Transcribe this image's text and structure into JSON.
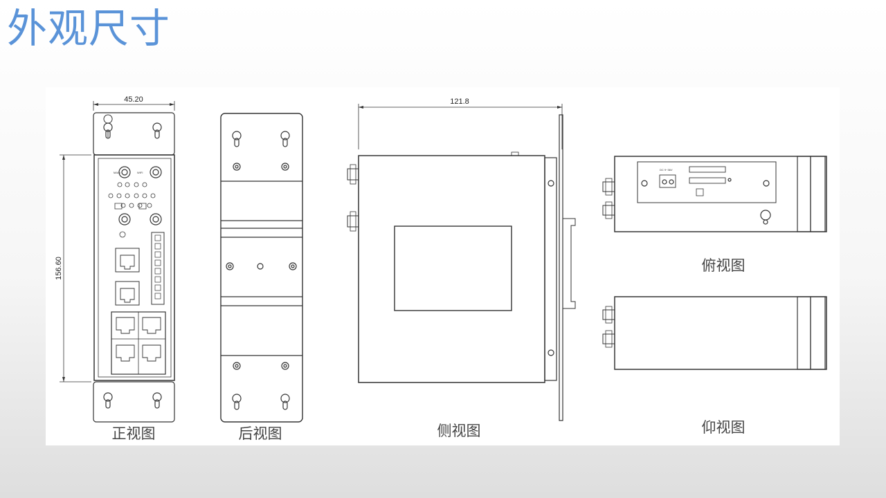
{
  "slide": {
    "title": "外观尺寸"
  },
  "views": {
    "front": "正视图",
    "back": "后视图",
    "side": "侧视图",
    "top": "俯视图",
    "bottom": "仰视图"
  },
  "dimensions": {
    "front_width": "45.20",
    "front_height": "156.60",
    "side_depth": "121.8"
  },
  "colors": {
    "title": "#5a93d8",
    "line": "#333333"
  }
}
